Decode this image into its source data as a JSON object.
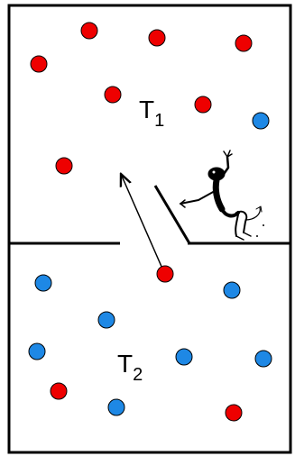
{
  "labels": {
    "top_chamber_main": "T",
    "top_chamber_sub": "1",
    "bottom_chamber_main": "T",
    "bottom_chamber_sub": "2"
  },
  "colors": {
    "hot_particle": "#ee0000",
    "cold_particle": "#1e88e5",
    "line": "#000000",
    "background": "#ffffff"
  },
  "icons": {
    "demon": "maxwell-demon-figure",
    "trapdoor": "trapdoor-flap",
    "motion_arrow": "arrow-up-left"
  }
}
